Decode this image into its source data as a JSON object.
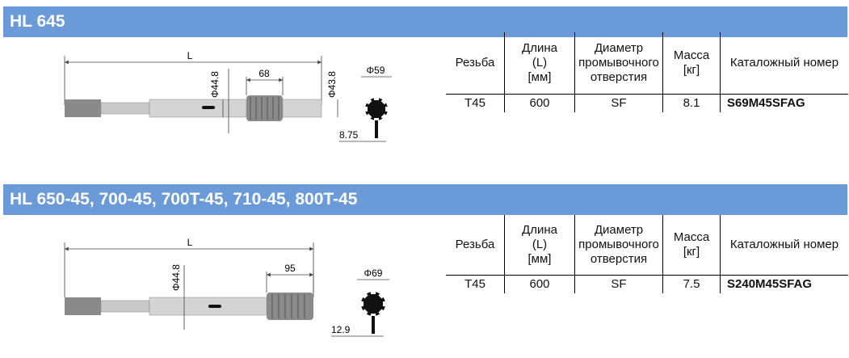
{
  "sections": [
    {
      "title": "HL 645",
      "dims": {
        "length": "L",
        "dia_shank": "Φ44.8",
        "spline_len": "68",
        "dia_end": "Φ43.8",
        "dia_spline": "Φ59",
        "key_width": "8.75"
      },
      "table": {
        "headers": [
          "Резьба",
          "Длина (L) [мм]",
          "Диаметр промывочного отверстия",
          "Масса [кг]",
          "Каталожный номер"
        ],
        "header_lines": [
          [
            "Резьба"
          ],
          [
            "Длина",
            "(L)",
            "[мм]"
          ],
          [
            "Диаметр",
            "промывочного",
            "отверстия"
          ],
          [
            "Масса",
            "[кг]"
          ],
          [
            "Каталожный номер"
          ]
        ],
        "rows": [
          [
            "T45",
            "600",
            "SF",
            "8.1",
            "S69M45SFAG"
          ]
        ]
      }
    },
    {
      "title": "HL 650-45, 700-45, 700T-45, 710-45, 800T-45",
      "dims": {
        "length": "L",
        "dia_shank": "Φ44.8",
        "spline_len": "95",
        "dia_spline": "Φ69",
        "key_width": "12.9"
      },
      "table": {
        "headers": [
          "Резьба",
          "Длина (L) [мм]",
          "Диаметр промывочного отверстия",
          "Масса [кг]",
          "Каталожный номер"
        ],
        "header_lines": [
          [
            "Резьба"
          ],
          [
            "Длина",
            "(L)",
            "[мм]"
          ],
          [
            "Диаметр",
            "промывочного",
            "отверстия"
          ],
          [
            "Масса",
            "[кг]"
          ],
          [
            "Каталожный номер"
          ]
        ],
        "rows": [
          [
            "T45",
            "600",
            "SF",
            "7.5",
            "S240M45SFAG"
          ]
        ]
      }
    }
  ]
}
